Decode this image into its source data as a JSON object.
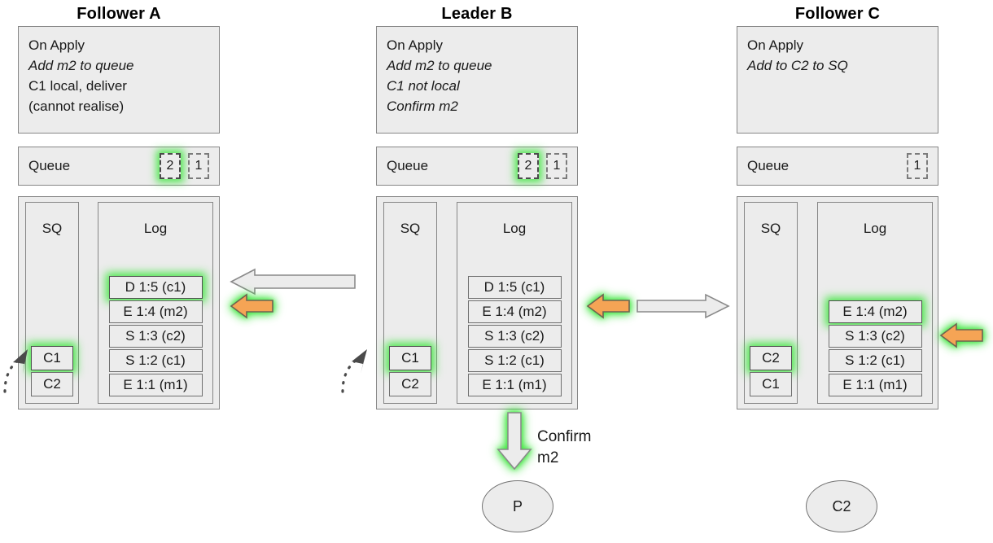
{
  "diagram": {
    "title_font_color": "#000000",
    "panel_bg": "#ececec",
    "panel_border": "#868686",
    "highlight_glow": "#3ce63c",
    "orange_arrow": "#f5a455",
    "orange_arrow_border": "#7a6a50",
    "grey_arrow_fill": "#ececec",
    "grey_arrow_border": "#8a8a8a"
  },
  "columns": [
    {
      "id": "follower-a",
      "title": "Follower A",
      "apply": {
        "lines": [
          {
            "text": "On Apply",
            "italic": false
          },
          {
            "text": "Add m2 to queue",
            "italic": true
          },
          {
            "text": "C1 local, deliver",
            "italic": false
          },
          {
            "text": "(cannot realise)",
            "italic": false
          }
        ]
      },
      "queue": {
        "label": "Queue",
        "slots": [
          {
            "value": "2",
            "highlighted": true
          },
          {
            "value": "1",
            "highlighted": false
          }
        ]
      },
      "sq": {
        "title": "SQ",
        "items": [
          {
            "value": "C1",
            "highlighted": true
          },
          {
            "value": "C2",
            "highlighted": false
          }
        ]
      },
      "log": {
        "title": "Log",
        "entries": [
          {
            "value": "D 1:5 (c1)",
            "highlighted": true
          },
          {
            "value": "E 1:4 (m2)",
            "highlighted": false
          },
          {
            "value": "S 1:3 (c2)",
            "highlighted": false
          },
          {
            "value": "S 1:2 (c1)",
            "highlighted": false
          },
          {
            "value": "E 1:1 (m1)",
            "highlighted": false
          }
        ]
      }
    },
    {
      "id": "leader-b",
      "title": "Leader B",
      "apply": {
        "lines": [
          {
            "text": "On Apply",
            "italic": false
          },
          {
            "text": "Add m2 to queue",
            "italic": true
          },
          {
            "text": "C1 not local",
            "italic": true
          },
          {
            "text": "Confirm m2",
            "italic": true
          }
        ]
      },
      "queue": {
        "label": "Queue",
        "slots": [
          {
            "value": "2",
            "highlighted": true
          },
          {
            "value": "1",
            "highlighted": false
          }
        ]
      },
      "sq": {
        "title": "SQ",
        "items": [
          {
            "value": "C1",
            "highlighted": true
          },
          {
            "value": "C2",
            "highlighted": false
          }
        ]
      },
      "log": {
        "title": "Log",
        "entries": [
          {
            "value": "D 1:5 (c1)",
            "highlighted": false
          },
          {
            "value": "E 1:4 (m2)",
            "highlighted": false
          },
          {
            "value": "S 1:3 (c2)",
            "highlighted": false
          },
          {
            "value": "S 1:2 (c1)",
            "highlighted": false
          },
          {
            "value": "E 1:1 (m1)",
            "highlighted": false
          }
        ]
      }
    },
    {
      "id": "follower-c",
      "title": "Follower C",
      "apply": {
        "lines": [
          {
            "text": "On Apply",
            "italic": false
          },
          {
            "text": "Add to C2 to SQ",
            "italic": true
          },
          {
            "text": "",
            "italic": false
          },
          {
            "text": "",
            "italic": false
          }
        ]
      },
      "queue": {
        "label": "Queue",
        "slots": [
          {
            "value": "1",
            "highlighted": false
          }
        ]
      },
      "sq": {
        "title": "SQ",
        "items": [
          {
            "value": "C2",
            "highlighted": true
          },
          {
            "value": "C1",
            "highlighted": false
          }
        ]
      },
      "log": {
        "title": "Log",
        "entries": [
          {
            "value": "E 1:4 (m2)",
            "highlighted": true
          },
          {
            "value": "S 1:3 (c2)",
            "highlighted": false
          },
          {
            "value": "S 1:2 (c1)",
            "highlighted": false
          },
          {
            "value": "E 1:1 (m1)",
            "highlighted": false
          }
        ]
      }
    }
  ],
  "annotations": {
    "confirm_line1": "Confirm",
    "confirm_line2": "m2"
  },
  "nodes": [
    {
      "id": "node-p",
      "label": "P"
    },
    {
      "id": "node-c2",
      "label": "C2"
    }
  ]
}
